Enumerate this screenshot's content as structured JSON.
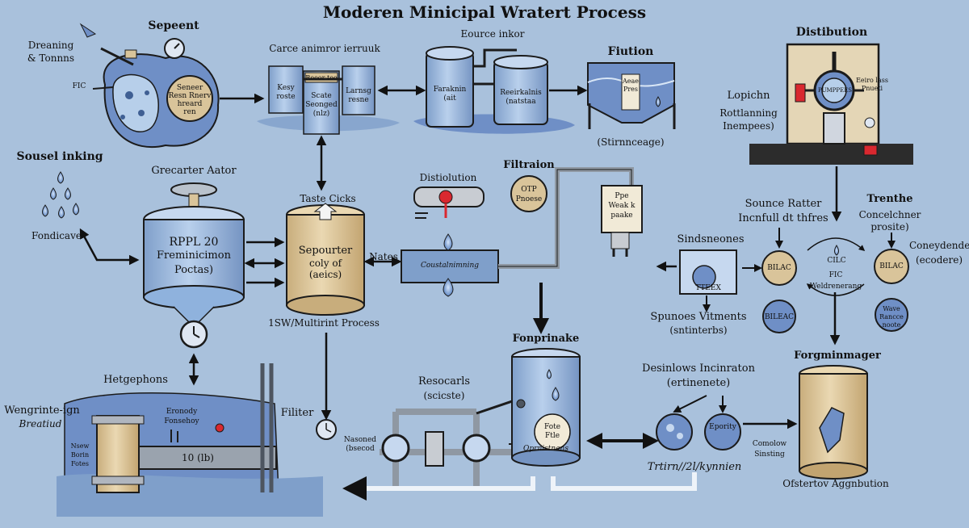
{
  "title": "Moderen Minicipal Wratert Process",
  "labels": {
    "sepeent": "Sepeent",
    "dreaning": "Dreaning",
    "tnonns": "& Tonnns",
    "fic_left": "FIC",
    "sewer_badge_1": "Seneer",
    "sewer_badge_2": "Resn Rnerv",
    "sewer_badge_3": "hreard",
    "sewer_badge_4": "ren",
    "carce": "Carce animror ierruuk",
    "kesy": "Kesy",
    "roste": "roste",
    "tower_top": "Reeor tee",
    "tower_mid_1": "Scate",
    "tower_mid_2": "Seonged",
    "tower_mid_3": "(nlz)",
    "tower_right_1": "Larnsg",
    "tower_right_2": "resne",
    "eource": "Eource inkor",
    "tank_a_1": "Faraknin",
    "tank_a_2": "(ait",
    "tank_b_1": "Reeirkalnis",
    "tank_b_2": "(natstaa",
    "fiution": "Fiution",
    "fil_box_1": "Aeae",
    "fil_box_2": "Pres",
    "stirnc": "(Stirnnceage)",
    "distibution_top": "Distibution",
    "lopichn": "Lopichn",
    "rottlanning_1": "Rottlanning",
    "rottlanning_2": "Inempees)",
    "gauge_text": "PUMPPEES",
    "panel_1": "Eeiro lass",
    "panel_2": "Pnueti",
    "sousel": "Sousel inking",
    "fondicave": "Fondicave",
    "grecarter": "Grecarter Aator",
    "rppl_1": "RPPL 20",
    "rppl_2": "Freminicimon",
    "rppl_3": "Poctas)",
    "taste": "Taste Cicks",
    "sepourter_1": "Sepourter",
    "sepourter_2": "coly of",
    "sepourter_3": "(aeics)",
    "multirint": "1SW/Multirint Process",
    "nates": "Nates",
    "distiolution": "Distiolution",
    "filtraion": "Filtraion",
    "otp_1": "OTP",
    "otp_2": "Pnoese",
    "coustal": "Coustalnimning",
    "box_1": "Ppe",
    "box_2": "Weak k",
    "box_3": "paake",
    "sinds": "Sindsneones",
    "tteex": "TTEEX",
    "spunoes_1": "Spunoes Vitments",
    "spunoes_2": "(sntinterbs)",
    "sounce_1": "Sounce Ratter",
    "sounce_2": "Incnfull dt thfres",
    "trenthe_1": "Trenthe",
    "trenthe_2": "Concelchner",
    "trenthe_3": "prosite)",
    "coneydende_1": "Coneydende",
    "coneydende_2": "(ecodere)",
    "bilac_1": "BILAC",
    "bilac_2": "BILAC",
    "bileac": "BILEAC",
    "wave_1": "Wave",
    "wave_2": "Rancce",
    "wave_3": "noote",
    "cilc": "CILC",
    "fic_right": "FIC",
    "weldr": "Weldrenerang",
    "forgm": "Forgminmager",
    "hetg": "Hetgephons",
    "wengr_1": "Wengrinte-ign",
    "wengr_2": "Breatiud",
    "eronody_1": "Eronody",
    "eronody_2": "Fonsehoy",
    "pipe_val": "10 (lb)",
    "base_tag_1": "Nsew",
    "base_tag_2": "Borin",
    "base_tag_3": "Fotes",
    "filiter": "Filiter",
    "resocarls_1": "Resocarls",
    "resocarls_2": "(scicste)",
    "nasoned_1": "Nasoned",
    "nasoned_2": "(bsecod",
    "fonprinake": "Fonprinake",
    "fonp_box_1": "Fote",
    "fonp_box_2": "Ftle",
    "fonp_base": "Oprnistnans",
    "desinlows_1": "Desinlows Incinraton",
    "desinlows_2": "(ertinenete)",
    "epority": "Epority",
    "trtirn": "Trtirn//2l/kynnien",
    "comolow_1": "Comolow",
    "comolow_2": "Sinsting",
    "ofstertov": "Ofstertov Aggnbution"
  },
  "colors": {
    "background": "#a9c1dc",
    "water": "#6f8fc6",
    "tank_blue": "#8fb2dd",
    "tank_tan": "#d9c49a",
    "outline": "#1b1b1b",
    "alert_red": "#d9282f"
  }
}
